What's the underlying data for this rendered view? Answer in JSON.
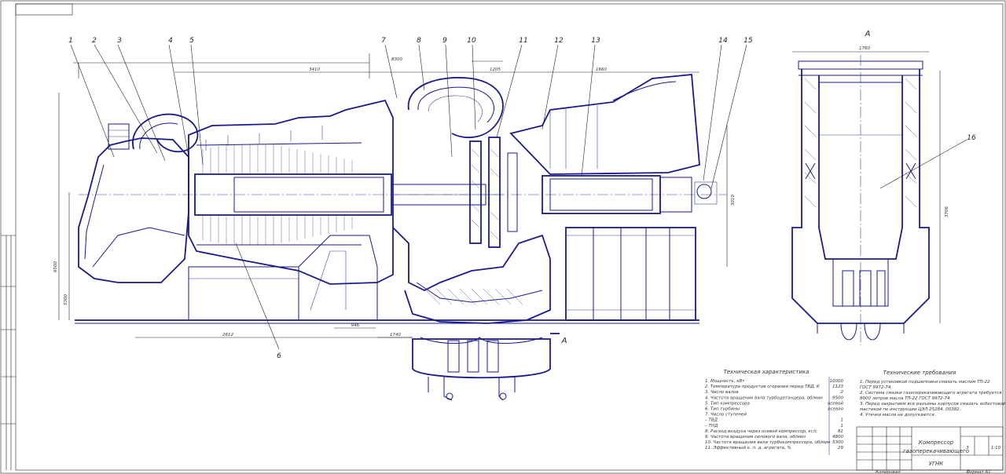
{
  "drawing": {
    "leaders": [
      "1",
      "2",
      "3",
      "4",
      "5",
      "7",
      "8",
      "9",
      "10",
      "11",
      "12",
      "13",
      "14",
      "15"
    ],
    "leader_6": "6",
    "leader_16": "16",
    "view_label": "А",
    "section_mark": "А",
    "dims": {
      "d3410": "3410",
      "d8300": "8300",
      "d1205": "1205",
      "d1660": "1660",
      "d2612": "2612",
      "d946": "946",
      "d1740": "1740",
      "d6500": "6500",
      "d5300": "5300",
      "d3010": "3010",
      "d1760": "1760",
      "d3706": "3706"
    }
  },
  "tech_specs": {
    "title": "Техническая характеристика",
    "rows": [
      {
        "label": "1. Мощность, кВт",
        "value": "10000"
      },
      {
        "label": "2. Температура продуктов сгорания перед ТВД, К",
        "value": "1123"
      },
      {
        "label": "3. Число валов",
        "value": "2"
      },
      {
        "label": "4. Частота вращения вала турбодетандера, об/мин",
        "value": "9500"
      },
      {
        "label": "5. Тип компрессора",
        "value": "осевой"
      },
      {
        "label": "6. Тип турбины",
        "value": "осевая"
      },
      {
        "label": "7. Число ступеней",
        "value": ""
      },
      {
        "label": "– ТВД",
        "value": "1"
      },
      {
        "label": "– ТНД",
        "value": "1"
      },
      {
        "label": "8. Расход воздуха через осевой компрессор, кг/с",
        "value": "81"
      },
      {
        "label": "9. Частота вращения силового вала, об/мин",
        "value": "4800"
      },
      {
        "label": "10. Частота вращения вала турбокомпрессора, об/мин",
        "value": "5300"
      },
      {
        "label": "11. Эффективный к. п. д. агрегата, %",
        "value": "29"
      }
    ]
  },
  "tech_requirements": {
    "title": "Технические требования",
    "lines": [
      "1. Перед установкой подшипники смазать маслом ТП-22",
      "ГОСТ 9972-74.",
      "2. Система смазки газоперекачивающего агрегата требуется",
      "8000 литров масла ТП-22 ГОСТ 9972-74.",
      "3. Перед закрытием все разъемы корпусов смазать асбестовой",
      "мастикой по инструкции ЦЭЛ 25284, 00382.",
      "4. Утечки масла не допускаются."
    ]
  },
  "title_block": {
    "name_line1": "Компрессор",
    "name_line2": "газоперекачивающего",
    "org": "УГНК",
    "scale": "1:10",
    "sheet_no": "3",
    "footer_left": "Копировал",
    "footer_right": "Формат А1"
  }
}
